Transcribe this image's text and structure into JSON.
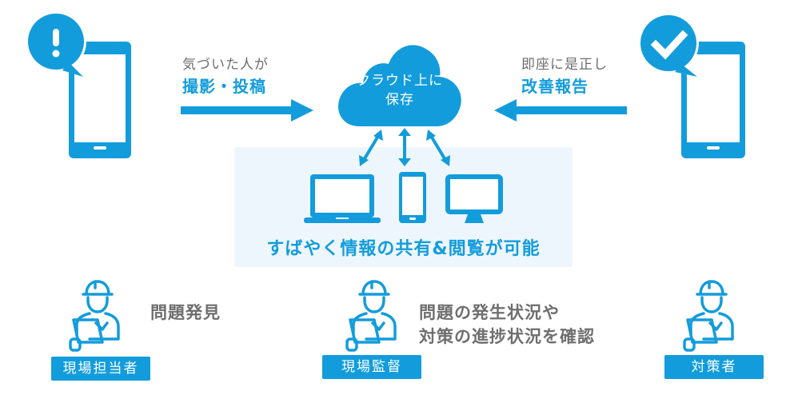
{
  "colors": {
    "accent": "#139cdb",
    "panel_bg": "#eef6fd",
    "text_gray": "#6e6e6e",
    "white": "#ffffff"
  },
  "left_flow": {
    "icon": "phone-with-exclamation-bubble",
    "caption_small": "気づいた人が",
    "caption_bold": "撮影・投稿",
    "arrow_direction": "right"
  },
  "right_flow": {
    "icon": "phone-with-checkmark-bubble",
    "caption_small": "即座に是正し",
    "caption_bold": "改善報告",
    "arrow_direction": "left"
  },
  "cloud": {
    "icon": "cloud",
    "line1": "クラウド上に",
    "line2": "保存"
  },
  "sync_arrows": [
    "diagonal-left-bidirectional",
    "vertical-bidirectional",
    "diagonal-right-bidirectional"
  ],
  "devices": [
    "laptop",
    "smartphone",
    "desktop-monitor"
  ],
  "share_caption": "すばやく情報の共有&閲覧が可能",
  "roles": [
    {
      "icon": "worker-with-tablet",
      "badge": "現場担当者",
      "description_lines": [
        "問題発見"
      ]
    },
    {
      "icon": "worker-with-tablet",
      "badge": "現場監督",
      "description_lines": [
        "問題の発生状況や",
        "対策の進捗状況を確認"
      ]
    },
    {
      "icon": "worker-with-tablet",
      "badge": "対策者",
      "description_lines": []
    }
  ]
}
